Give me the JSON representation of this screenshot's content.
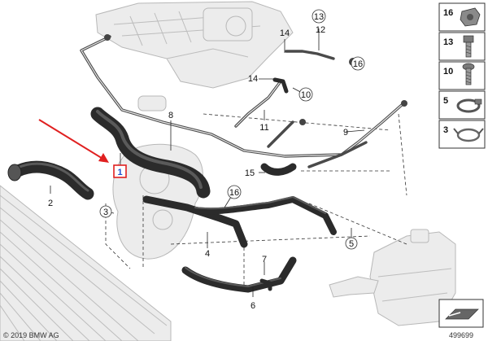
{
  "footer": {
    "copyright": "© 2019 BMW AG",
    "diagram_id": "499699"
  },
  "callouts": {
    "c1": "1",
    "c2": "2",
    "c3": "3",
    "c4": "4",
    "c5": "5",
    "c6": "6",
    "c7": "7",
    "c8": "8",
    "c9": "9",
    "c10": "10",
    "c11": "11",
    "c12": "12",
    "c13": "13",
    "c14a": "14",
    "c14b": "14",
    "c15": "15",
    "c16a": "16",
    "c16b": "16"
  },
  "parts_panel": [
    {
      "number": "16",
      "icon": "pipe-connector-icon"
    },
    {
      "number": "13",
      "icon": "bolt-icon"
    },
    {
      "number": "10",
      "icon": "screw-icon"
    },
    {
      "number": "5",
      "icon": "hose-clamp-icon"
    },
    {
      "number": "3",
      "icon": "spring-clamp-icon"
    }
  ],
  "colors": {
    "hose": "#2b2b2b",
    "ghost": "#ececec",
    "highlight_arrow": "#e02020",
    "highlight_box": "#e02020",
    "selected_number": "#1e4fd0"
  }
}
